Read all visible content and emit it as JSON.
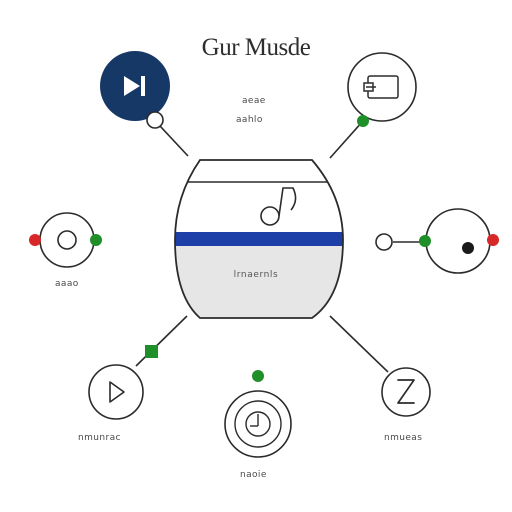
{
  "diagram": {
    "title": "Gur Musde",
    "hub": {
      "caption": "lrnaernls",
      "band_color": "#1c3fa8",
      "lower_fill": "#e6e6e6"
    },
    "labels": {
      "top_center_line1": "aeae",
      "top_center_line2": "aahlo",
      "left_node": "aaao",
      "bottom_left_node": "nmunrac",
      "bottom_right_node": "nmueas",
      "bottom_center_node": "naoie"
    },
    "colors": {
      "dark_node_fill": "#163866",
      "green_dot": "#1f8f2a",
      "red_dot": "#d62828",
      "outline": "#2b2b2b"
    },
    "icons": {
      "top_left": "play-next-icon",
      "top_right": "device-card-icon",
      "hub": "music-note-icon",
      "bottom_left": "play-icon",
      "bottom_center": "disc-icon",
      "bottom_right": "zoom-letter-icon"
    }
  }
}
